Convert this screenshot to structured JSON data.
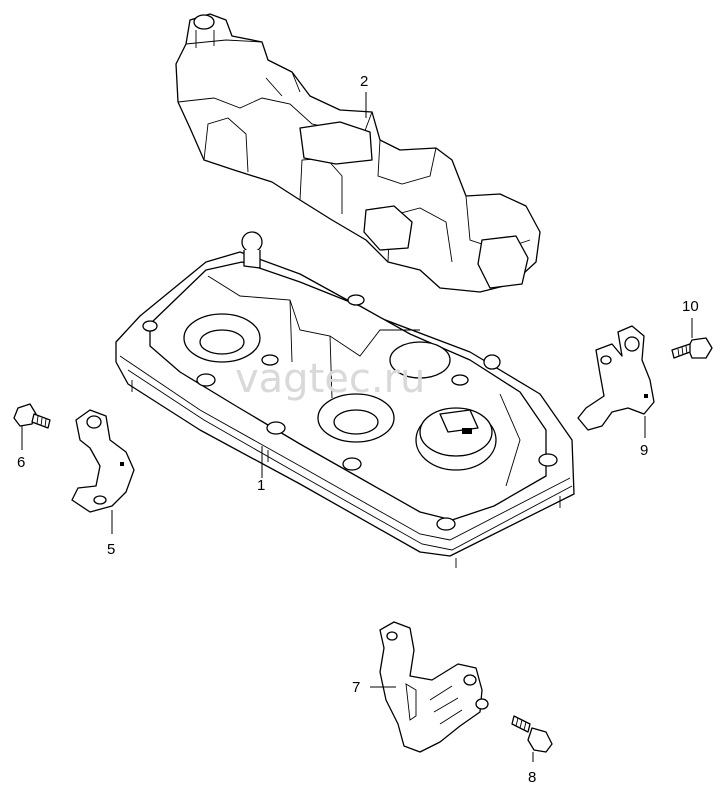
{
  "watermark": "vagtec.ru",
  "callouts": [
    {
      "id": "1",
      "label": "1"
    },
    {
      "id": "2",
      "label": "2"
    },
    {
      "id": "5",
      "label": "5"
    },
    {
      "id": "6",
      "label": "6"
    },
    {
      "id": "7",
      "label": "7"
    },
    {
      "id": "8",
      "label": "8"
    },
    {
      "id": "9",
      "label": "9"
    },
    {
      "id": "10",
      "label": "10"
    }
  ]
}
